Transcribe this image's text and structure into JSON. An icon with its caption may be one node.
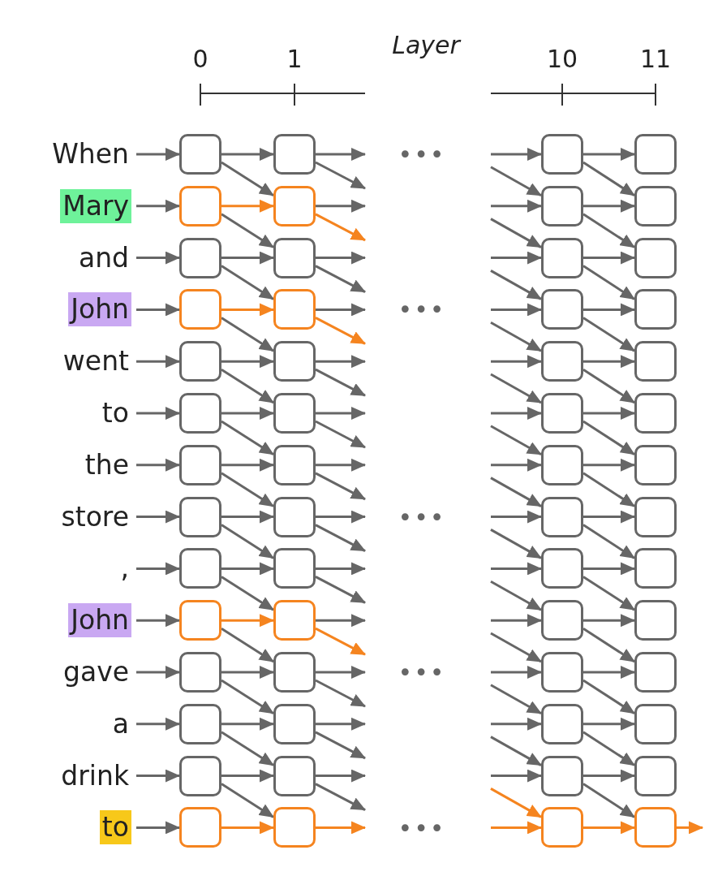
{
  "diagram": {
    "nodes": [
      {
        "text": [
          "When"
        ]
      },
      {
        "text": [],
        "shape": "box"
      },
      {
        "text": [],
        "shape": "box"
      },
      {
        "text": [],
        "shape": "box"
      },
      {
        "text": [],
        "shape": "box"
      },
      {
        "text": [
          "Mary"
        ]
      },
      {
        "text": [],
        "shape": "box"
      },
      {
        "text": [],
        "shape": "box"
      },
      {
        "text": [],
        "shape": "box"
      },
      {
        "text": [],
        "shape": "box"
      },
      {
        "text": [
          "and"
        ]
      },
      {
        "text": [],
        "shape": "box"
      },
      {
        "text": [],
        "shape": "box"
      },
      {
        "text": [],
        "shape": "box"
      },
      {
        "text": [],
        "shape": "box"
      },
      {
        "text": [
          "John"
        ]
      },
      {
        "text": [],
        "shape": "box"
      },
      {
        "text": [],
        "shape": "box"
      },
      {
        "text": [],
        "shape": "box"
      },
      {
        "text": [],
        "shape": "box"
      },
      {
        "text": [
          "went"
        ]
      },
      {
        "text": [],
        "shape": "box"
      },
      {
        "text": [],
        "shape": "box"
      },
      {
        "text": [],
        "shape": "box"
      },
      {
        "text": [],
        "shape": "box"
      },
      {
        "text": [
          "to"
        ]
      },
      {
        "text": [],
        "shape": "box"
      },
      {
        "text": [],
        "shape": "box"
      },
      {
        "text": [],
        "shape": "box"
      },
      {
        "text": [],
        "shape": "box"
      },
      {
        "text": [
          "the"
        ]
      },
      {
        "text": [],
        "shape": "box"
      },
      {
        "text": [],
        "shape": "box"
      },
      {
        "text": [],
        "shape": "box"
      },
      {
        "text": [],
        "shape": "box"
      },
      {
        "text": [
          "store"
        ]
      },
      {
        "text": [],
        "shape": "box"
      },
      {
        "text": [],
        "shape": "box"
      },
      {
        "text": [],
        "shape": "box"
      },
      {
        "text": [],
        "shape": "box"
      },
      {
        "text": [
          ","
        ]
      },
      {
        "text": [],
        "shape": "box"
      },
      {
        "text": [],
        "shape": "box"
      },
      {
        "text": [],
        "shape": "box"
      },
      {
        "text": [],
        "shape": "box"
      },
      {
        "text": [
          "John"
        ]
      },
      {
        "text": [],
        "shape": "box"
      },
      {
        "text": [],
        "shape": "box"
      },
      {
        "text": [],
        "shape": "box"
      },
      {
        "text": [],
        "shape": "box"
      },
      {
        "text": [
          "gave"
        ]
      },
      {
        "text": [],
        "shape": "box"
      },
      {
        "text": [],
        "shape": "box"
      },
      {
        "text": [],
        "shape": "box"
      },
      {
        "text": [],
        "shape": "box"
      },
      {
        "text": [
          "a"
        ]
      },
      {
        "text": [],
        "shape": "box"
      },
      {
        "text": [],
        "shape": "box"
      },
      {
        "text": [],
        "shape": "box"
      },
      {
        "text": [],
        "shape": "box"
      },
      {
        "text": [
          "drink"
        ]
      },
      {
        "text": [],
        "shape": "box"
      },
      {
        "text": [],
        "shape": "box"
      },
      {
        "text": [],
        "shape": "box"
      },
      {
        "text": [],
        "shape": "box"
      },
      {
        "text": [
          "to"
        ]
      },
      {
        "text": [],
        "shape": "box"
      },
      {
        "text": [],
        "shape": "box"
      },
      {
        "text": [],
        "shape": "box"
      },
      {
        "text": [],
        "shape": "box"
      }
    ],
    "edges": [
      {
        "from": 0,
        "to": 1,
        "arrow": "to"
      },
      {
        "from": 1,
        "to": 2,
        "arrow": "to"
      },
      {
        "from": 1,
        "to": 7,
        "arrow": "to"
      },
      {
        "from": 2,
        "to": null,
        "arrow": "to"
      },
      {
        "from": 2,
        "to": null,
        "arrow": "to"
      },
      {
        "from": null,
        "to": 3,
        "arrow": "to"
      },
      {
        "from": 3,
        "to": 4,
        "arrow": "to"
      },
      {
        "from": 3,
        "to": 9,
        "arrow": "to"
      },
      {
        "from": 5,
        "to": 6,
        "arrow": "to"
      },
      {
        "from": 6,
        "to": 7,
        "arrow": "to",
        "color": "#f5841f"
      },
      {
        "from": 6,
        "to": 12,
        "arrow": "to"
      },
      {
        "from": 7,
        "to": null,
        "arrow": "to"
      },
      {
        "from": 7,
        "to": null,
        "arrow": "to",
        "color": "#f5841f"
      },
      {
        "from": null,
        "to": 8,
        "arrow": "to"
      },
      {
        "from": null,
        "to": 8,
        "arrow": "to"
      },
      {
        "from": 8,
        "to": 9,
        "arrow": "to"
      },
      {
        "from": 8,
        "to": 14,
        "arrow": "to"
      },
      {
        "from": 10,
        "to": 11,
        "arrow": "to"
      },
      {
        "from": 11,
        "to": 12,
        "arrow": "to"
      },
      {
        "from": 11,
        "to": 17,
        "arrow": "to"
      },
      {
        "from": 12,
        "to": null,
        "arrow": "to"
      },
      {
        "from": 12,
        "to": null,
        "arrow": "to"
      },
      {
        "from": null,
        "to": 13,
        "arrow": "to"
      },
      {
        "from": null,
        "to": 13,
        "arrow": "to"
      },
      {
        "from": 13,
        "to": 14,
        "arrow": "to"
      },
      {
        "from": 13,
        "to": 19,
        "arrow": "to"
      },
      {
        "from": 15,
        "to": 16,
        "arrow": "to"
      },
      {
        "from": 16,
        "to": 17,
        "arrow": "to",
        "color": "#f5841f"
      },
      {
        "from": 16,
        "to": 22,
        "arrow": "to"
      },
      {
        "from": 17,
        "to": null,
        "arrow": "to"
      },
      {
        "from": 17,
        "to": null,
        "arrow": "to",
        "color": "#f5841f"
      },
      {
        "from": null,
        "to": 18,
        "arrow": "to"
      },
      {
        "from": null,
        "to": 18,
        "arrow": "to"
      },
      {
        "from": 18,
        "to": 19,
        "arrow": "to"
      },
      {
        "from": 18,
        "to": 24,
        "arrow": "to"
      },
      {
        "from": 20,
        "to": 21,
        "arrow": "to"
      },
      {
        "from": 21,
        "to": 22,
        "arrow": "to"
      },
      {
        "from": 21,
        "to": 27,
        "arrow": "to"
      },
      {
        "from": 22,
        "to": null,
        "arrow": "to"
      },
      {
        "from": 22,
        "to": null,
        "arrow": "to"
      },
      {
        "from": null,
        "to": 23,
        "arrow": "to"
      },
      {
        "from": null,
        "to": 23,
        "arrow": "to"
      },
      {
        "from": 23,
        "to": 24,
        "arrow": "to"
      },
      {
        "from": 23,
        "to": 29,
        "arrow": "to"
      },
      {
        "from": 25,
        "to": 26,
        "arrow": "to"
      },
      {
        "from": 26,
        "to": 27,
        "arrow": "to"
      },
      {
        "from": 26,
        "to": 32,
        "arrow": "to"
      },
      {
        "from": 27,
        "to": null,
        "arrow": "to"
      },
      {
        "from": 27,
        "to": null,
        "arrow": "to"
      },
      {
        "from": null,
        "to": 28,
        "arrow": "to"
      },
      {
        "from": null,
        "to": 28,
        "arrow": "to"
      },
      {
        "from": 28,
        "to": 29,
        "arrow": "to"
      },
      {
        "from": 28,
        "to": 34,
        "arrow": "to"
      },
      {
        "from": 30,
        "to": 31,
        "arrow": "to"
      },
      {
        "from": 31,
        "to": 32,
        "arrow": "to"
      },
      {
        "from": 31,
        "to": 37,
        "arrow": "to"
      },
      {
        "from": 32,
        "to": null,
        "arrow": "to"
      },
      {
        "from": 32,
        "to": null,
        "arrow": "to"
      },
      {
        "from": null,
        "to": 33,
        "arrow": "to"
      },
      {
        "from": null,
        "to": 33,
        "arrow": "to"
      },
      {
        "from": 33,
        "to": 34,
        "arrow": "to"
      },
      {
        "from": 33,
        "to": 39,
        "arrow": "to"
      },
      {
        "from": 35,
        "to": 36,
        "arrow": "to"
      },
      {
        "from": 36,
        "to": 37,
        "arrow": "to"
      },
      {
        "from": 36,
        "to": 42,
        "arrow": "to"
      },
      {
        "from": 37,
        "to": null,
        "arrow": "to"
      },
      {
        "from": 37,
        "to": null,
        "arrow": "to"
      },
      {
        "from": null,
        "to": 38,
        "arrow": "to"
      },
      {
        "from": null,
        "to": 38,
        "arrow": "to"
      },
      {
        "from": 38,
        "to": 39,
        "arrow": "to"
      },
      {
        "from": 38,
        "to": 44,
        "arrow": "to"
      },
      {
        "from": 40,
        "to": 41,
        "arrow": "to"
      },
      {
        "from": 41,
        "to": 42,
        "arrow": "to"
      },
      {
        "from": 41,
        "to": 47,
        "arrow": "to"
      },
      {
        "from": 42,
        "to": null,
        "arrow": "to"
      },
      {
        "from": 42,
        "to": null,
        "arrow": "to"
      },
      {
        "from": null,
        "to": 43,
        "arrow": "to"
      },
      {
        "from": null,
        "to": 43,
        "arrow": "to"
      },
      {
        "from": 43,
        "to": 44,
        "arrow": "to"
      },
      {
        "from": 43,
        "to": 49,
        "arrow": "to"
      },
      {
        "from": 45,
        "to": 46,
        "arrow": "to"
      },
      {
        "from": 46,
        "to": 47,
        "arrow": "to",
        "color": "#f5841f"
      },
      {
        "from": 46,
        "to": 52,
        "arrow": "to"
      },
      {
        "from": 47,
        "to": null,
        "arrow": "to"
      },
      {
        "from": 47,
        "to": null,
        "arrow": "to",
        "color": "#f5841f"
      },
      {
        "from": null,
        "to": 48,
        "arrow": "to"
      },
      {
        "from": null,
        "to": 48,
        "arrow": "to"
      },
      {
        "from": 48,
        "to": 49,
        "arrow": "to"
      },
      {
        "from": 48,
        "to": 54,
        "arrow": "to"
      },
      {
        "from": 50,
        "to": 51,
        "arrow": "to"
      },
      {
        "from": 51,
        "to": 52,
        "arrow": "to"
      },
      {
        "from": 51,
        "to": 57,
        "arrow": "to"
      },
      {
        "from": 52,
        "to": null,
        "arrow": "to"
      },
      {
        "from": 52,
        "to": null,
        "arrow": "to"
      },
      {
        "from": null,
        "to": 53,
        "arrow": "to"
      },
      {
        "from": null,
        "to": 53,
        "arrow": "to"
      },
      {
        "from": 53,
        "to": 54,
        "arrow": "to"
      },
      {
        "from": 53,
        "to": 59,
        "arrow": "to"
      },
      {
        "from": 55,
        "to": 56,
        "arrow": "to"
      },
      {
        "from": 56,
        "to": 57,
        "arrow": "to"
      },
      {
        "from": 56,
        "to": 62,
        "arrow": "to"
      },
      {
        "from": 57,
        "to": null,
        "arrow": "to"
      },
      {
        "from": 57,
        "to": null,
        "arrow": "to"
      },
      {
        "from": null,
        "to": 58,
        "arrow": "to"
      },
      {
        "from": null,
        "to": 58,
        "arrow": "to"
      },
      {
        "from": 58,
        "to": 59,
        "arrow": "to"
      },
      {
        "from": 58,
        "to": 64,
        "arrow": "to"
      },
      {
        "from": 60,
        "to": 61,
        "arrow": "to"
      },
      {
        "from": 61,
        "to": 62,
        "arrow": "to"
      },
      {
        "from": 61,
        "to": 67,
        "arrow": "to"
      },
      {
        "from": 62,
        "to": null,
        "arrow": "to"
      },
      {
        "from": 62,
        "to": null,
        "arrow": "to"
      },
      {
        "from": null,
        "to": 63,
        "arrow": "to"
      },
      {
        "from": null,
        "to": 63,
        "arrow": "to"
      },
      {
        "from": 63,
        "to": 64,
        "arrow": "to"
      },
      {
        "from": 63,
        "to": 69,
        "arrow": "to"
      },
      {
        "from": 65,
        "to": 66,
        "arrow": "to"
      },
      {
        "from": 66,
        "to": 67,
        "arrow": "to",
        "color": "#f5841f"
      },
      {
        "from": 67,
        "to": null,
        "arrow": "to",
        "color": "#f5841f"
      },
      {
        "from": null,
        "to": 68,
        "arrow": "to",
        "color": "#f5841f"
      },
      {
        "from": null,
        "to": 68,
        "arrow": "to",
        "color": "#f5841f"
      },
      {
        "from": 68,
        "to": 69,
        "arrow": "to",
        "color": "#f5841f"
      },
      {
        "from": 69,
        "to": null,
        "arrow": "to",
        "color": "#f5841f"
      }
    ],
    "labels": [
      "0",
      "1",
      "Layer",
      "10",
      "11",
      "•••",
      "•••",
      "•••",
      "•••",
      "•••"
    ]
  }
}
